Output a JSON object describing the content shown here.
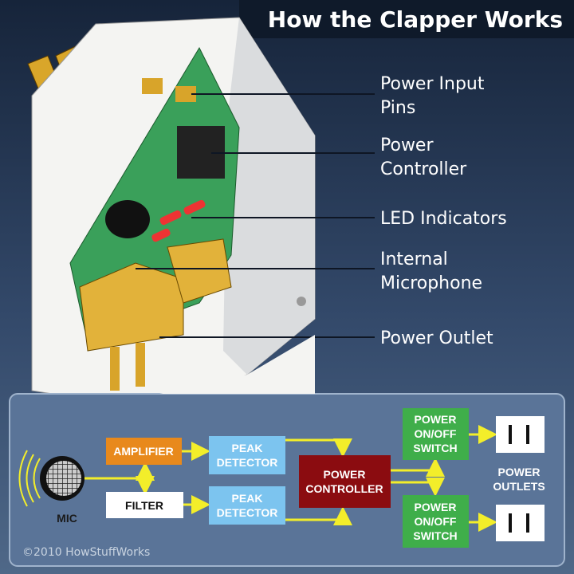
{
  "title": "How the Clapper Works",
  "callouts": [
    {
      "lines": [
        "Power Input",
        "Pins"
      ]
    },
    {
      "lines": [
        "Power",
        "Controller"
      ]
    },
    {
      "lines": [
        "LED Indicators"
      ]
    },
    {
      "lines": [
        "Internal",
        "Microphone"
      ]
    },
    {
      "lines": [
        "Power Outlet"
      ]
    }
  ],
  "block_diagram": {
    "mic": "MIC",
    "amplifier": "AMPLIFIER",
    "filter": "FILTER",
    "peak_detector_1": [
      "PEAK",
      "DETECTOR"
    ],
    "peak_detector_2": [
      "PEAK",
      "DETECTOR"
    ],
    "power_controller": [
      "POWER",
      "CONTROLLER"
    ],
    "switch_1": [
      "POWER",
      "ON/OFF",
      "SWITCH"
    ],
    "switch_2": [
      "POWER",
      "ON/OFF",
      "SWITCH"
    ],
    "outlets_label": [
      "POWER",
      "OUTLETS"
    ]
  },
  "copyright": "©2010 HowStuffWorks",
  "colors": {
    "amplifier": "#e8891c",
    "peak": "#7cc4ef",
    "controller": "#8b0c10",
    "switch": "#3fae4a",
    "arrow": "#f3ee2a"
  }
}
